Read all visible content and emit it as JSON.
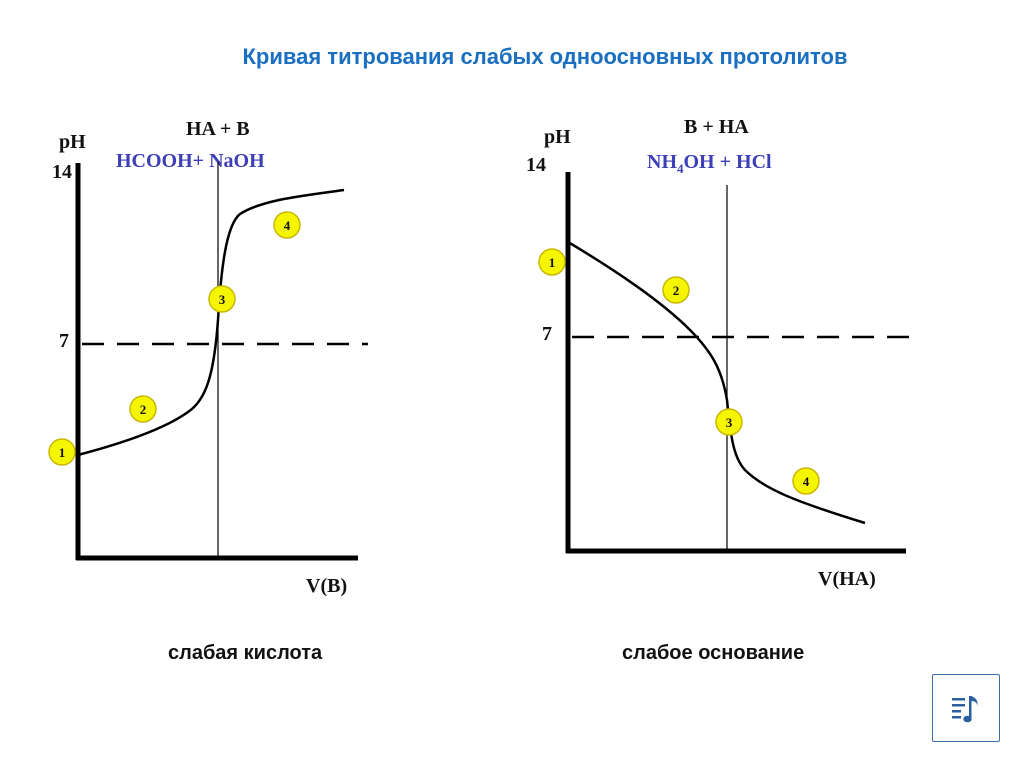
{
  "title": "Кривая титрования слабых одноосновных протолитов",
  "colors": {
    "title": "#1a6fc0",
    "reagent": "#3c3fb8",
    "marker_fill": "#f5f500",
    "marker_stroke": "#c9b800"
  },
  "left_plot": {
    "header": "HA + B",
    "reagents": "HCOOH+ NaOH",
    "y_axis_label": "pH",
    "y_max_label": "14",
    "neutral_label": "7",
    "x_axis_label": "V(B)",
    "caption": "слабая кислота",
    "markers": [
      "1",
      "2",
      "3",
      "4"
    ]
  },
  "right_plot": {
    "header": "B + HA",
    "reagent_base": "NH",
    "reagent_sub": "4",
    "reagent_rest": "OH + HCl",
    "y_axis_label": "pH",
    "y_max_label": "14",
    "neutral_label": "7",
    "x_axis_label": "V(HA)",
    "caption": "слабое основание",
    "markers": [
      "1",
      "2",
      "3",
      "4"
    ]
  },
  "nav": {
    "icon": "playlist-icon"
  }
}
